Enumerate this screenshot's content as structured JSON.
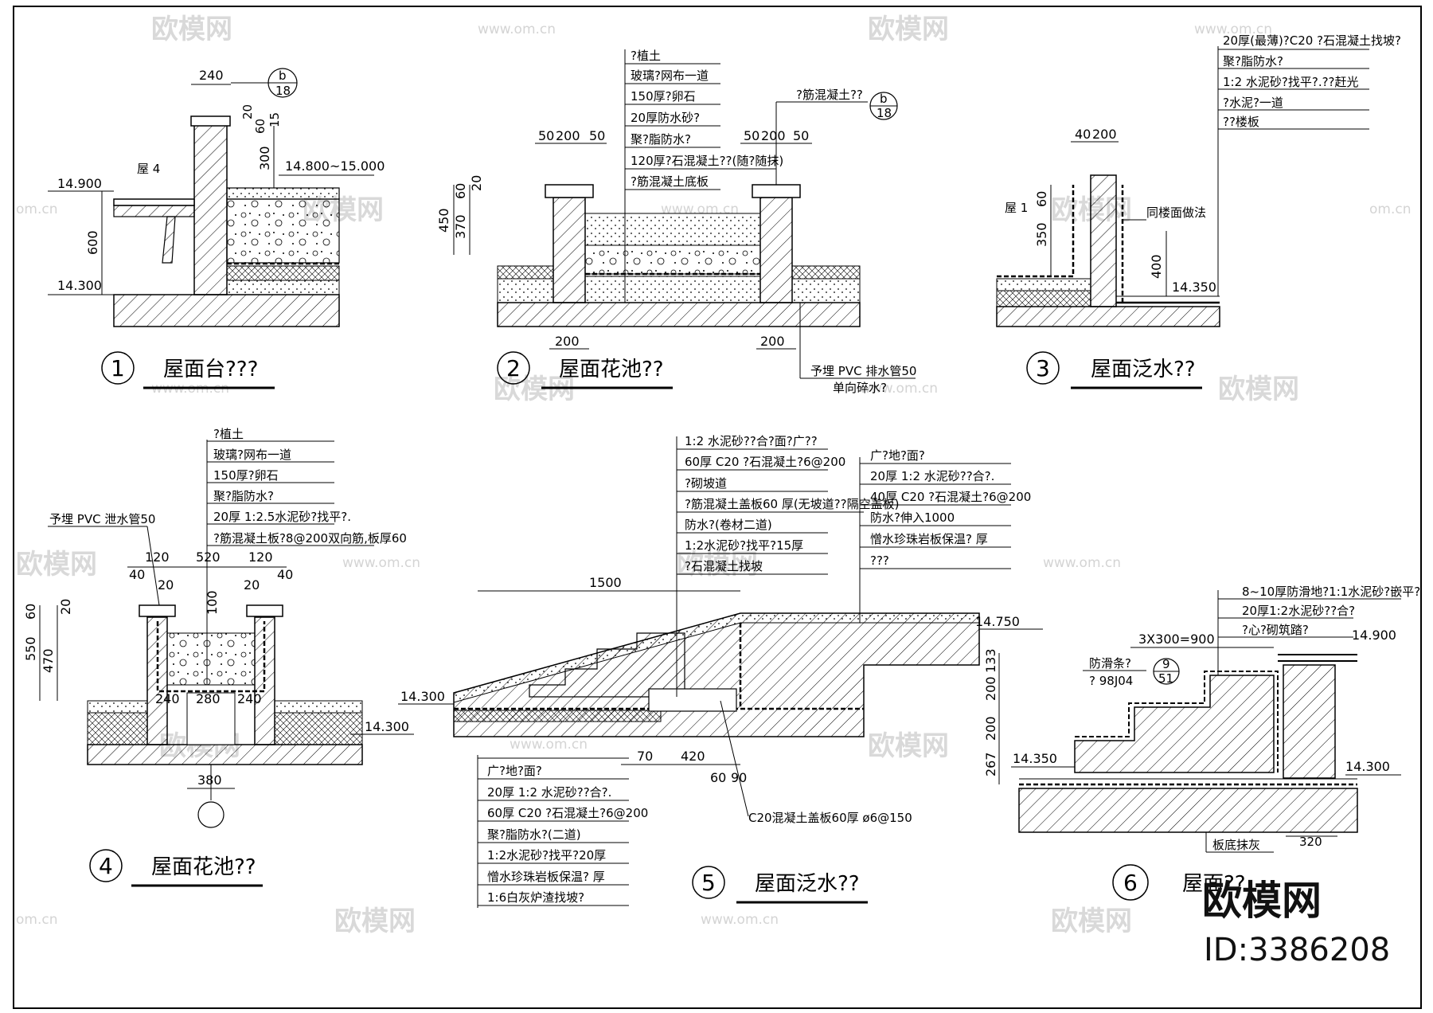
{
  "details": [
    {
      "num": "1",
      "title": "屋面台???",
      "dims": [
        "240",
        "14.900",
        "14.800~15.000",
        "300",
        "600",
        "14.300",
        "屋 4"
      ],
      "bubble": [
        "b",
        "18"
      ],
      "small": [
        "20",
        "60",
        "15"
      ]
    },
    {
      "num": "2",
      "title": "屋面花池??",
      "notes": [
        "?植土",
        "玻璃?网布一道",
        "150厚?卵石",
        "20厚防水砂?",
        "聚?脂防水?",
        "120厚?石混凝土??(随?随抹)",
        "?筋混凝土底板"
      ],
      "dims": [
        "50",
        "200",
        "50",
        "50",
        "200",
        "50",
        "450",
        "370",
        "60",
        "20",
        "200",
        "200"
      ],
      "bubble": [
        "b",
        "18"
      ],
      "label_top": "?筋混凝土??",
      "pipe": [
        "予埋 PVC 排水管50",
        "单向碎水?"
      ]
    },
    {
      "num": "3",
      "title": "屋面泛水??",
      "notes": [
        "20厚(最薄)?C20 ?石混凝土找坡?",
        "聚?脂防水?",
        "1:2 水泥砂?找平?.??赶光",
        "?水泥?一道",
        "??楼板"
      ],
      "dims": [
        "40",
        "200",
        "60",
        "350",
        "400",
        "14.350",
        "屋 1",
        "同楼面做法"
      ]
    },
    {
      "num": "4",
      "title": "屋面花池??",
      "notes": [
        "?植土",
        "玻璃?网布一道",
        "150厚?卵石",
        "聚?脂防水?",
        "20厚 1:2.5水泥砂?找平?.",
        "?筋混凝土板?8@200双向筋,板厚60"
      ],
      "dims": [
        "120",
        "520",
        "120",
        "40",
        "20",
        "20",
        "40",
        "60",
        "20",
        "550",
        "470",
        "100",
        "240",
        "280",
        "240",
        "380",
        "14.300"
      ],
      "pipe": "予埋 PVC 泄水管50"
    },
    {
      "num": "5",
      "title": "屋面泛水??",
      "notes_top": [
        "1:2 水泥砂??合?面?广??",
        "60厚 C20 ?石混凝土?6@200",
        "?砌坡道",
        "?筋混凝土盖板60 厚(无坡道??隔空盖板)",
        "防水?(卷材二道)",
        "1:2水泥砂?找平?15厚",
        "?石混凝土找坡"
      ],
      "notes_right": [
        "广?地?面?",
        "20厚 1:2 水泥砂??合?.",
        "40厚 C20 ?石混凝土?6@200",
        "防水?伸入1000",
        "憎水珍珠岩板保温?   厚",
        "???"
      ],
      "notes_bottom": [
        "广?地?面?",
        "20厚 1:2 水泥砂??合?.",
        "60厚 C20 ?石混凝土?6@200",
        "聚?脂防水?(二道)",
        "1:2水泥砂?找平?20厚",
        "憎水珍珠岩板保温?      厚",
        "1:6白灰炉渣找坡?"
      ],
      "dims": [
        "1500",
        "14.750",
        "14.300",
        "70",
        "420",
        "60",
        "90"
      ],
      "label": "C20混凝土盖板60厚 ø6@150"
    },
    {
      "num": "6",
      "title": "屋面??",
      "notes": [
        "8~10厚防滑地?1:1水泥砂?嵌平?",
        "20厚1:2水泥砂??合?",
        "?心?砌筑踏?"
      ],
      "dims": [
        "3X300=900",
        "14.900",
        "防滑条?",
        "? 98J04",
        "14.350",
        "14.300",
        "267",
        "200",
        "200",
        "133",
        "320",
        "板底抹灰"
      ],
      "bubble": [
        "9",
        "51"
      ]
    }
  ],
  "watermark": {
    "site": "www.om.cn",
    "brand": "欧模网",
    "short": "om.cn"
  },
  "brand": {
    "name": "欧模网",
    "id": "ID:3386208"
  }
}
